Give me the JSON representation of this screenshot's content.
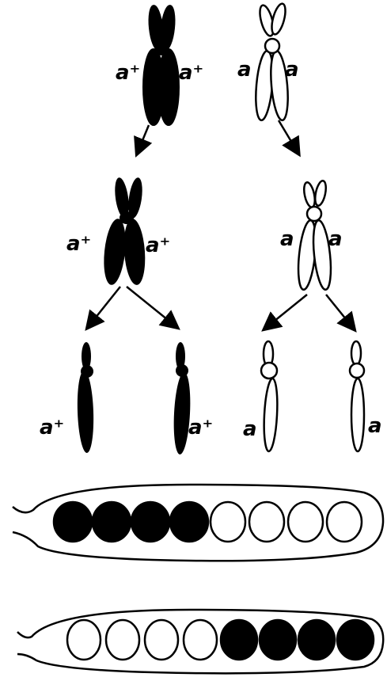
{
  "colors": {
    "dominant": "#000000",
    "recessive": "#ffffff",
    "stroke": "#000000"
  },
  "labels": {
    "dominant_allele": "a⁺",
    "recessive_allele": "a"
  },
  "asci": [
    {
      "spores": [
        "dark",
        "dark",
        "dark",
        "dark",
        "light",
        "light",
        "light",
        "light"
      ]
    },
    {
      "spores": [
        "light",
        "light",
        "light",
        "light",
        "dark",
        "dark",
        "dark",
        "dark"
      ]
    }
  ]
}
